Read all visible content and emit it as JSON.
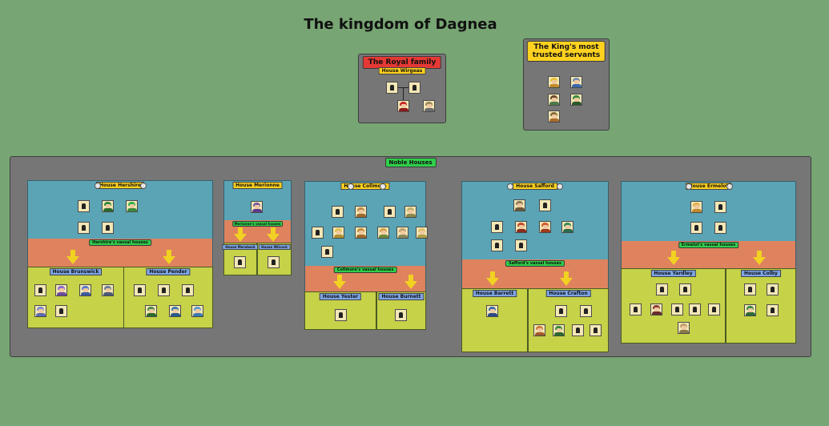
{
  "title": "The kingdom of Dagnea",
  "royal": {
    "label": "The Royal family",
    "house": "House Wirgeas"
  },
  "servants": {
    "label_line1": "The King's most",
    "label_line2": "trusted servants"
  },
  "noble": {
    "label": "Noble Houses",
    "houses": {
      "hershire": {
        "name": "House Hershire",
        "vassal_label": "Hershire's vassal houses",
        "vassals": [
          "House Brunswick",
          "House Pender"
        ]
      },
      "merionne": {
        "name": "House Merionne",
        "vassal_label": "Merionne's vassal houses",
        "vassals": [
          "House Merebeck",
          "House Wilcock"
        ]
      },
      "collmore": {
        "name": "House Collmore",
        "vassal_label": "Collmore's vassal houses",
        "vassals": [
          "House Yester",
          "House Burnett"
        ]
      },
      "safford": {
        "name": "House Safford",
        "vassal_label": "Safford's vassal houses",
        "vassals": [
          "House Barrett",
          "House Crafton"
        ]
      },
      "ermelot": {
        "name": "House Ermelot",
        "vassal_label": "Ermelot's vassal houses",
        "vassals": [
          "House Yardley",
          "House Colby"
        ]
      }
    }
  },
  "colors": {
    "background": "#77a573",
    "panel": "#767676",
    "lord_section": "#5aa4b6",
    "vassal_header": "#df825e",
    "vassal_section": "#c6d248",
    "red_label": "#e53935",
    "yellow_label": "#ffd21f",
    "green_label": "#2fcf4a"
  },
  "icons": {
    "unknown_person": "silhouette-icon",
    "portrait": "portrait-icon",
    "house_emblem": "crest-icon",
    "down_arrow": "down-arrow-icon"
  }
}
